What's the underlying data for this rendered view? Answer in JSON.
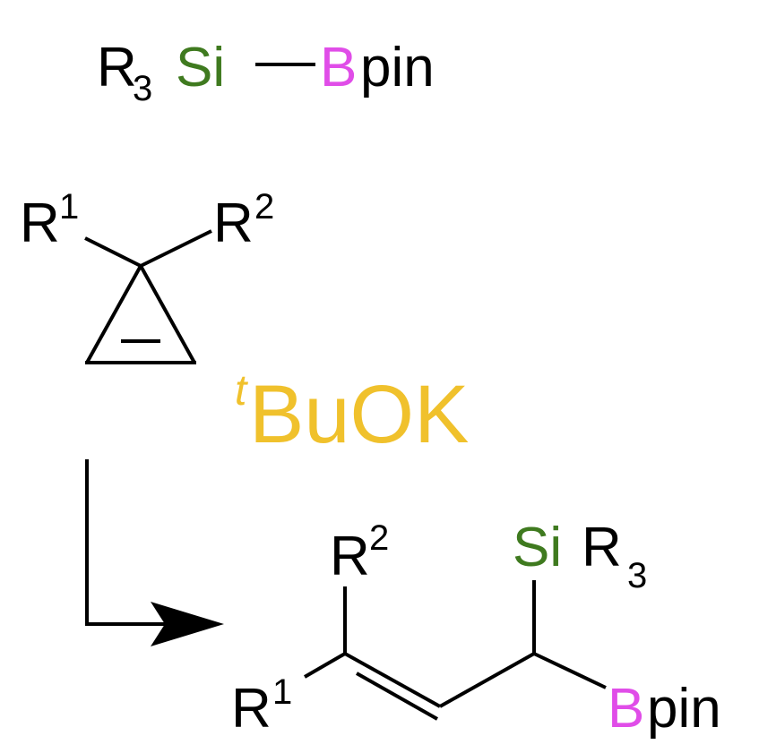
{
  "colors": {
    "black": "#000000",
    "silicon": "#3f7a1f",
    "boron": "#e04de8",
    "base": "#f0c12c"
  },
  "reagent": {
    "r": "R",
    "r_sub": "3",
    "si": "Si",
    "b": "B",
    "pin": "pin"
  },
  "cyclopropene": {
    "r1": "R",
    "r1_sup": "1",
    "r2": "R",
    "r2_sup": "2"
  },
  "base": {
    "prefix": "t",
    "name": "BuOK"
  },
  "product": {
    "r2": "R",
    "r2_sup": "2",
    "si": "Si",
    "r3": "R",
    "r3_sub": "3",
    "r1": "R",
    "r1_sup": "1",
    "b": "B",
    "pin": "pin"
  }
}
